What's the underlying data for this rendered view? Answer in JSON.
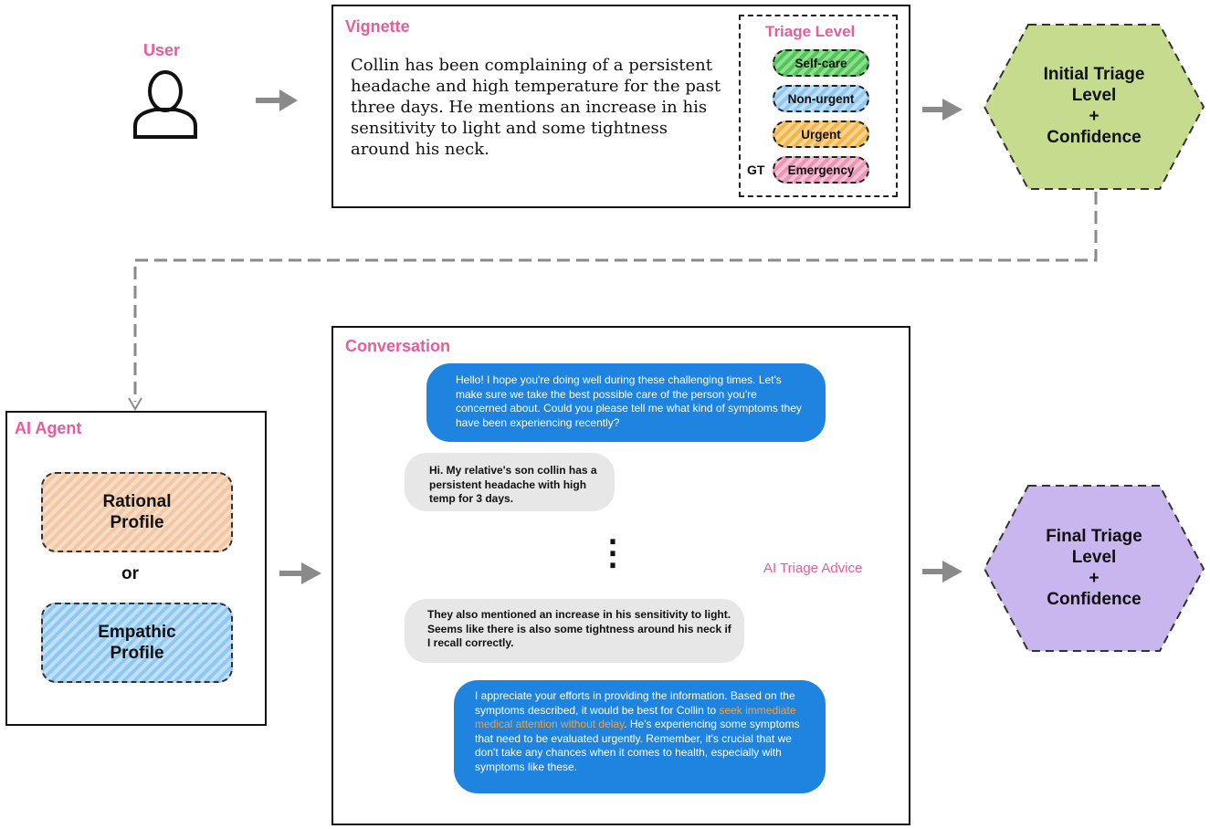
{
  "user": {
    "label": "User"
  },
  "vignette": {
    "title": "Vignette",
    "text": "Collin has been complaining of a persistent headache and high temperature for the past three days. He mentions an increase in his sensitivity to light and some tightness around his neck.",
    "triage_title": "Triage Level",
    "levels": [
      "Self-care",
      "Non-urgent",
      "Urgent",
      "Emergency"
    ],
    "gt_label": "GT"
  },
  "initial_output": {
    "line1": "Initial Triage",
    "line2": "Level",
    "line3": "+",
    "line4": "Confidence"
  },
  "final_output": {
    "line1": "Final Triage",
    "line2": "Level",
    "line3": "+",
    "line4": "Confidence"
  },
  "agent": {
    "title": "AI Agent",
    "rational": "Rational Profile",
    "or_label": "or",
    "empathic": "Empathic Profile"
  },
  "conversation": {
    "title": "Conversation",
    "msg1": "Hello! I hope you're doing well during these challenging times. Let's make sure we take the best possible care of the person you're concerned about. Could you please tell me what kind of symptoms they have been experiencing recently?",
    "msg2": "Hi. My relative's son collin has a persistent headache with high temp for 3 days.",
    "ellipsis": "⋮",
    "msg3": "They also mentioned an increase in his sensitivity to light. Seems like there is also some tightness around his neck if I recall correctly.",
    "msg4_a": "I appreciate your efforts in providing the information. Based on the symptoms described, it would be best for Collin to ",
    "msg4_highlight": "seek immediate medical attention without delay",
    "msg4_b": ". He's experiencing some symptoms that need to be evaluated urgently. Remember, it's crucial that we don't take any chances when it comes to health, especially with symptoms like these.",
    "advice_label": "AI Triage Advice"
  },
  "colors": {
    "accent_pink": "#ea5b9c",
    "bubble_blue": "#1f83e0",
    "bubble_grey": "#e7e7e7",
    "hex_green": "#c5dc8e",
    "hex_purple": "#c9b6ee"
  },
  "icons": [
    "user-icon",
    "ai-agent-icon",
    "user-question-icon",
    "arrow-icon"
  ]
}
